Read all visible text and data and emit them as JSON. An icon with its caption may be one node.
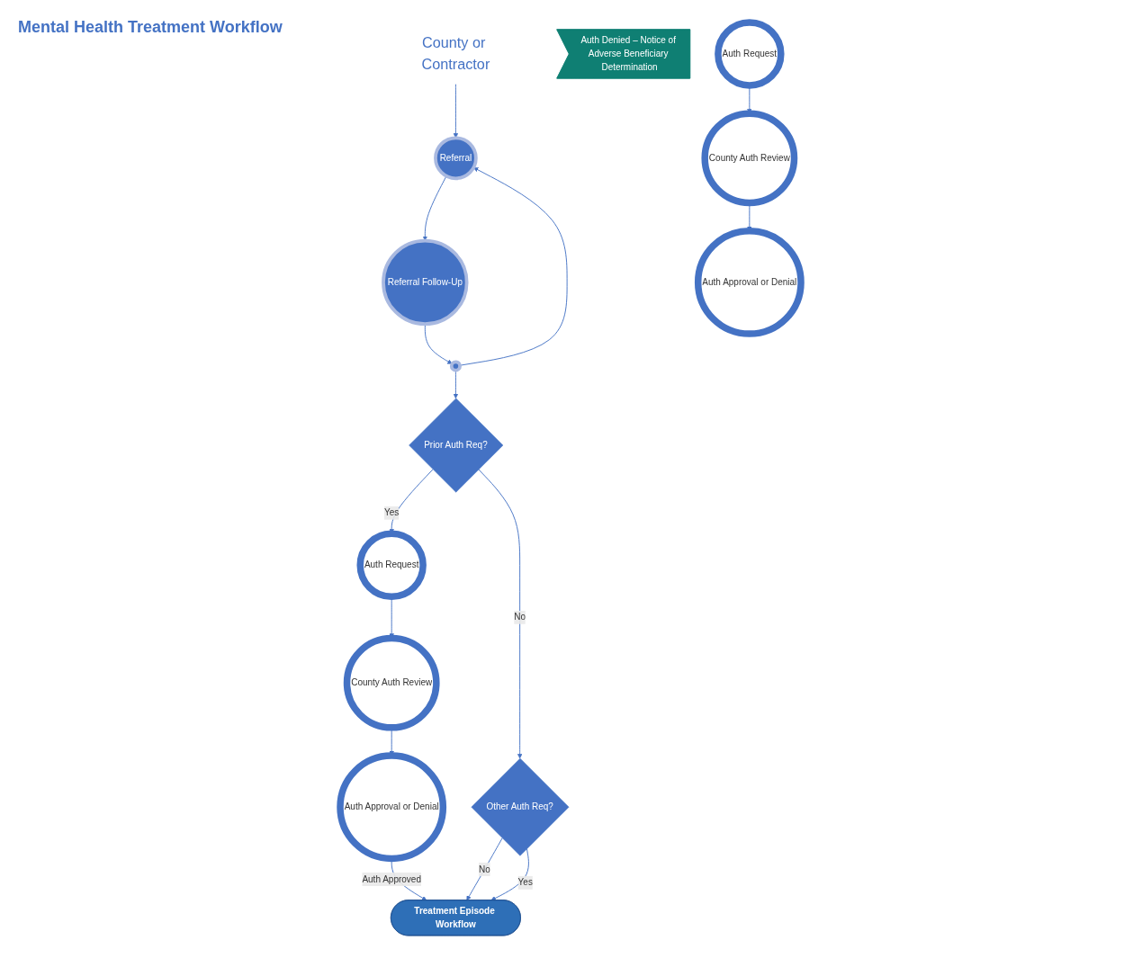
{
  "diagram": {
    "nodes": [
      {
        "text": [
          "County or Contractor"
        ]
      },
      {
        "text": [
          "Referral"
        ]
      },
      {
        "text": [
          "Referral Follow-Up"
        ]
      },
      {
        "text": [],
        "shape": "circle"
      },
      {
        "text": [
          "Prior Auth Req?"
        ]
      },
      {
        "text": [
          "Other Auth Req?"
        ]
      },
      {
        "text": [
          "Auth Request"
        ]
      },
      {
        "text": [
          "County Auth Review"
        ]
      },
      {
        "text": [
          "Auth Approval or Denial"
        ]
      },
      {
        "text": [
          "Auth Denied – Notice of Adverse Beneficiary Determination"
        ]
      },
      {
        "text": [
          "Auth Request"
        ]
      },
      {
        "text": [
          "County Auth Review"
        ]
      },
      {
        "text": [
          "Auth Approval or Denial"
        ]
      },
      {
        "text": [
          "Treatment Episode Workflow"
        ]
      }
    ],
    "edges": [
      {
        "from": 0,
        "to": 1,
        "arrow": "to"
      },
      {
        "from": 1,
        "to": 2,
        "arrow": "to"
      },
      {
        "from": 2,
        "to": 3,
        "arrow": "to"
      },
      {
        "from": 3,
        "to": 1,
        "arrow": "to"
      },
      {
        "from": 3,
        "to": 4,
        "arrow": "to"
      },
      {
        "from": 4,
        "to": 6,
        "label": "Yes",
        "arrow": "to"
      },
      {
        "from": 4,
        "to": 5,
        "label": "No",
        "arrow": "to"
      },
      {
        "from": 5,
        "to": 13,
        "label": "No",
        "arrow": "to"
      },
      {
        "from": 5,
        "to": 13,
        "label": "Yes",
        "arrow": "to"
      },
      {
        "from": 6,
        "to": 7,
        "arrow": "to"
      },
      {
        "from": 7,
        "to": 8,
        "arrow": "to"
      },
      {
        "from": 8,
        "to": 13,
        "label": "Auth Approved",
        "arrow": "to"
      },
      {
        "from": 10,
        "to": 11,
        "arrow": "to"
      },
      {
        "from": 11,
        "to": 12,
        "arrow": "to"
      }
    ],
    "labels": [
      "Mental Health Treatment Workflow"
    ]
  }
}
